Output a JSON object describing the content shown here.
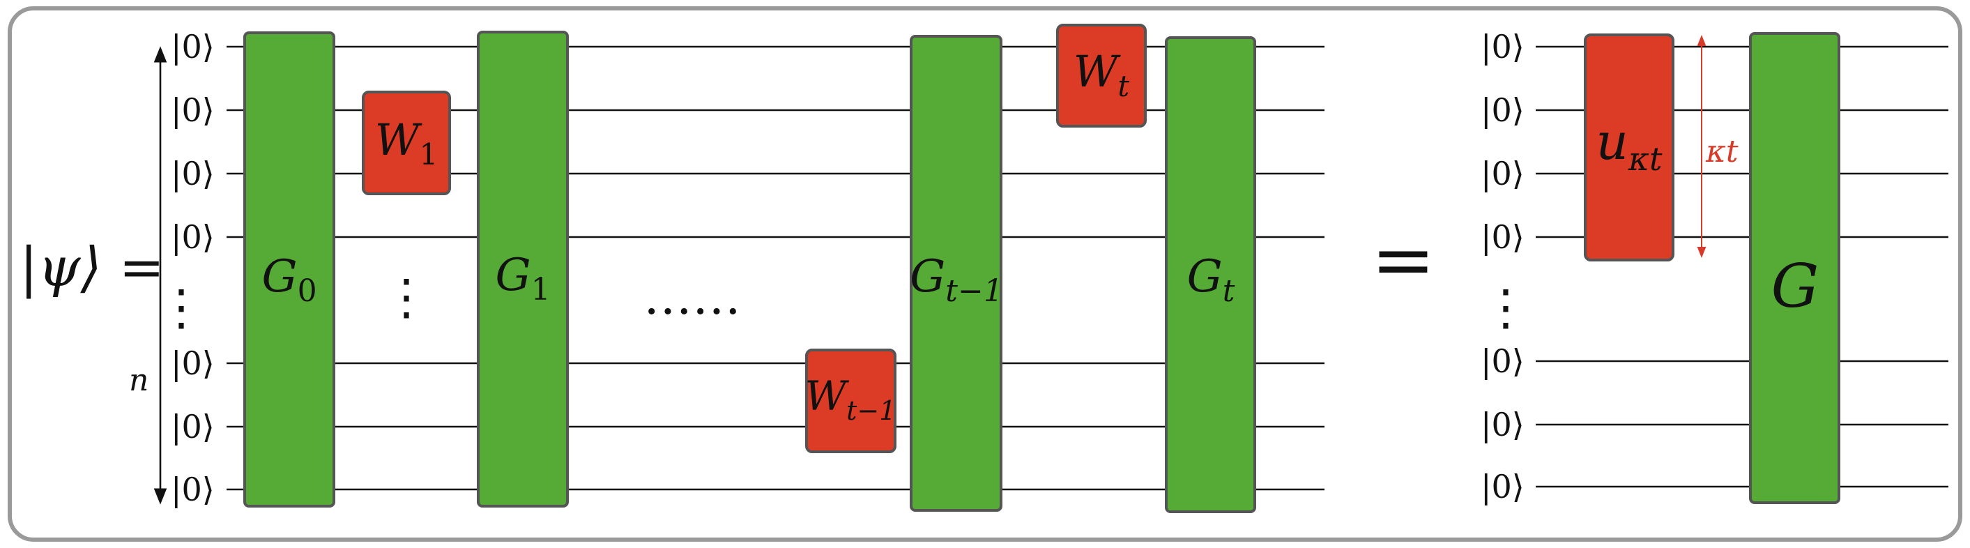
{
  "colors": {
    "green_gate": "#55ab35",
    "red_gate": "#dc3b26",
    "gate_border": "#555555",
    "wire": "#111111",
    "frame": "#9a9a9a",
    "annotation": "#d83a2a"
  },
  "left": {
    "state_label": "|ψ⟩ =",
    "n_label": "n",
    "wire_labels": [
      "|0⟩",
      "|0⟩",
      "|0⟩",
      "|0⟩",
      "|0⟩",
      "|0⟩",
      "|0⟩"
    ],
    "vdots": "⋮",
    "hdots": "……",
    "green_gates": [
      {
        "base": "G",
        "sub": "0"
      },
      {
        "base": "G",
        "sub": "1"
      },
      {
        "base": "G",
        "sub": "t−1"
      },
      {
        "base": "G",
        "sub": "t"
      }
    ],
    "red_gates": [
      {
        "base": "W",
        "sub": "1"
      },
      {
        "base": "W",
        "sub": "t−1"
      },
      {
        "base": "W",
        "sub": "t"
      }
    ]
  },
  "equals": "=",
  "right": {
    "wire_labels": [
      "|0⟩",
      "|0⟩",
      "|0⟩",
      "|0⟩",
      "|0⟩",
      "|0⟩",
      "|0⟩"
    ],
    "vdots": "⋮",
    "red_gate": {
      "base": "u",
      "sub": "κt"
    },
    "green_gate": {
      "base": "G"
    },
    "span_label": "κt"
  }
}
